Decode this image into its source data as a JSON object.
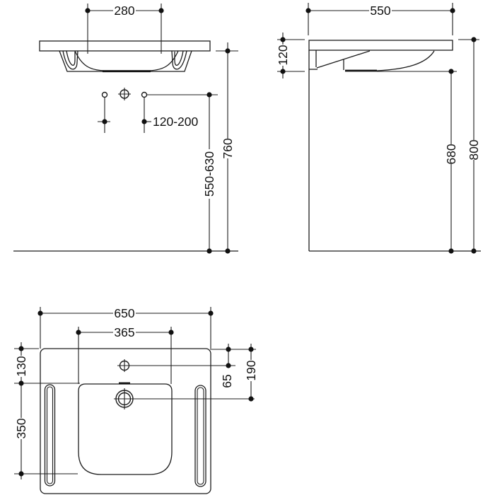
{
  "drawing_title": "washbasin-technical-drawing-three-views",
  "colors": {
    "line": "#1c1c1c",
    "background": "#ffffff"
  },
  "labels": {
    "front": {
      "width": "280",
      "hole_spacing": "120-200",
      "mount_height": "550-630",
      "underside_height": "760"
    },
    "side": {
      "depth": "550",
      "front_edge_height": "120",
      "clearance_height": "680",
      "rim_height": "800"
    },
    "plan": {
      "overall_width": "650",
      "bowl_width": "365",
      "rim_offset": "130",
      "bowl_depth": "350",
      "tap_offset": "65",
      "drain_offset": "190"
    }
  }
}
